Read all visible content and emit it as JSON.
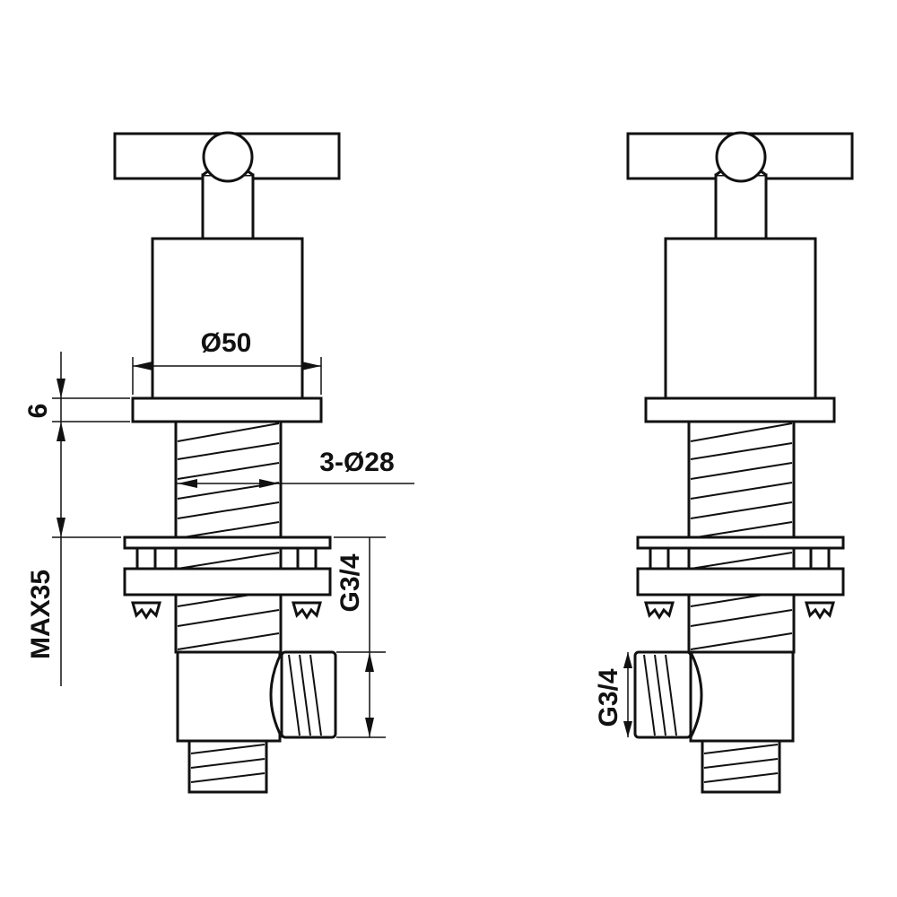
{
  "diagram": {
    "dimensions": {
      "diameter_body": "Ø50",
      "flange_thickness": "6",
      "hole_spec": "3-Ø28",
      "max_deck_thickness": "MAX35",
      "thread_left": "G3/4",
      "thread_right": "G3/4"
    },
    "colors": {
      "line": "#111111",
      "background": "#ffffff"
    }
  }
}
